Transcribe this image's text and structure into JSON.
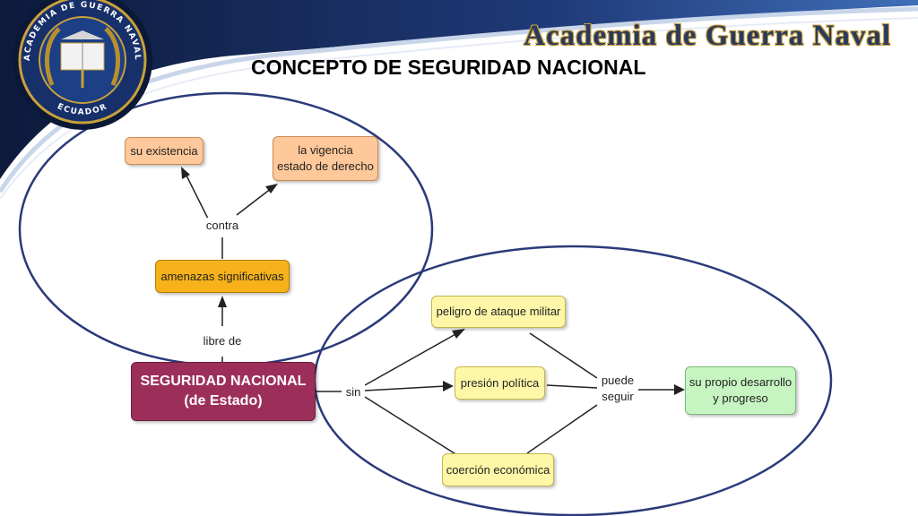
{
  "header": {
    "brand": "Academia de Guerra Naval",
    "title": "CONCEPTO DE SEGURIDAD NACIONAL"
  },
  "logo": {
    "ring_text_top": "ACADEMIA DE GUERRA NAVAL",
    "ring_text_bottom": "ECUADOR"
  },
  "nodes": {
    "su_existencia": "su existencia",
    "la_vigencia": "la vigencia\nestado de derecho",
    "amenazas": "amenazas significativas",
    "seguridad": "SEGURIDAD NACIONAL\n(de Estado)",
    "peligro": "peligro de ataque militar",
    "presion": "presión política",
    "coercion": "coerción económica",
    "desarrollo": "su propio desarrollo\ny progreso"
  },
  "links": {
    "contra": "contra",
    "libre_de": "libre de",
    "sin": "sin",
    "puede_seguir": "puede\nseguir"
  },
  "colors": {
    "navy": "#13224a",
    "ellipse": "#2b3a7a"
  }
}
